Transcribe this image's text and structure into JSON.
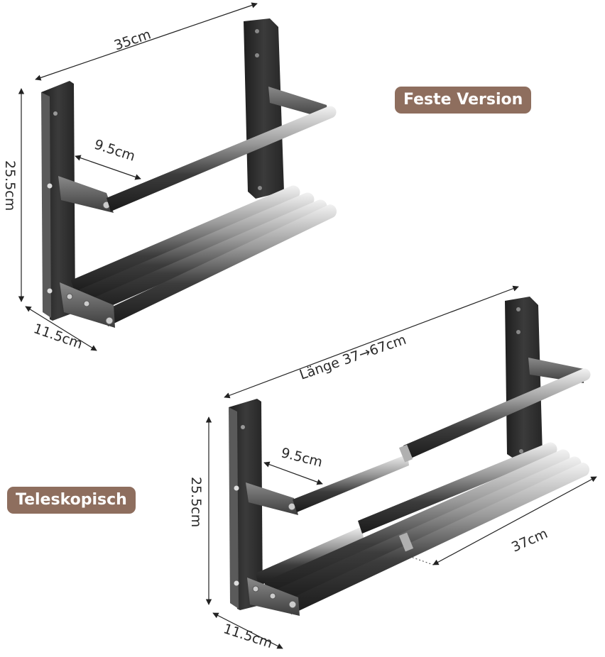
{
  "labels": {
    "fixed_version": "Feste Version",
    "telescopic": "Teleskopisch"
  },
  "dimensions_fixed": {
    "width": "35cm",
    "height": "25.5cm",
    "depth": "11.5cm",
    "bar_spacing": "9.5cm"
  },
  "dimensions_telescopic": {
    "length": "Länge 37→67cm",
    "height": "25.5cm",
    "depth": "11.5cm",
    "bar_spacing": "9.5cm",
    "min_length": "37cm"
  },
  "colors": {
    "badge": "#8e6e5e",
    "metal_dark": "#3a3a3a",
    "metal_light": "#d9d9d9"
  }
}
